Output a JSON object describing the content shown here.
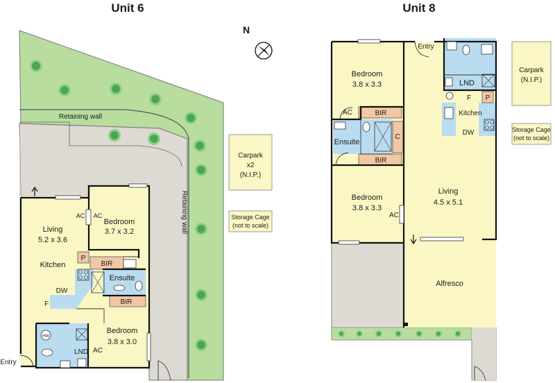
{
  "titles": {
    "unit6": "Unit 6",
    "unit8": "Unit 8"
  },
  "compass": {
    "label": "N"
  },
  "unit6": {
    "retaining_wall_top": "Retaining wall",
    "retaining_wall_side": "Retaining wall",
    "carpark": [
      "Carpark",
      "x2",
      "(N.I.P.)"
    ],
    "storage": [
      "Storage Cage",
      "(not to scale)"
    ],
    "living": [
      "Living",
      "5.2 x 3.6"
    ],
    "kitchen": "Kitchen",
    "bedroom1": [
      "Bedroom",
      "3.7 x 3.2"
    ],
    "bedroom2": [
      "Bedroom",
      "3.8 x 3.0"
    ],
    "ensuite": "Ensuite",
    "bir1": "BIR",
    "bir2": "BIR",
    "ac1": "AC",
    "ac2": "AC",
    "ac3": "AC",
    "p": "P",
    "dw": "DW",
    "f": "F",
    "lnd": "LND",
    "hw": "HW",
    "entry": "Entry"
  },
  "unit8": {
    "entry": "Entry",
    "bedroom1": [
      "Bedroom",
      "3.8 x 3.3"
    ],
    "bedroom2": [
      "Bedroom",
      "3.8 x 3.3"
    ],
    "ensuite": "Ensuite",
    "bir1": "BIR",
    "bir2": "BIR",
    "c": "C",
    "ac1": "AC",
    "ac2": "AC",
    "lnd": "LND",
    "f": "F",
    "p": "P",
    "kitchen": "Kitchen",
    "dw": "DW",
    "living": [
      "Living",
      "4.5 x 5.1"
    ],
    "alfresco": "Alfresco",
    "carpark": [
      "Carpark",
      "(N.I.P.)"
    ],
    "storage": [
      "Storage Cage",
      "(not to scale)"
    ]
  },
  "colors": {
    "garden": "#b9dc9f",
    "paving": "#dcdad2",
    "room": "#fbf7c4",
    "wet": "#b9dcf0",
    "robe": "#f2c7a3",
    "tree": "#4ea64e"
  }
}
